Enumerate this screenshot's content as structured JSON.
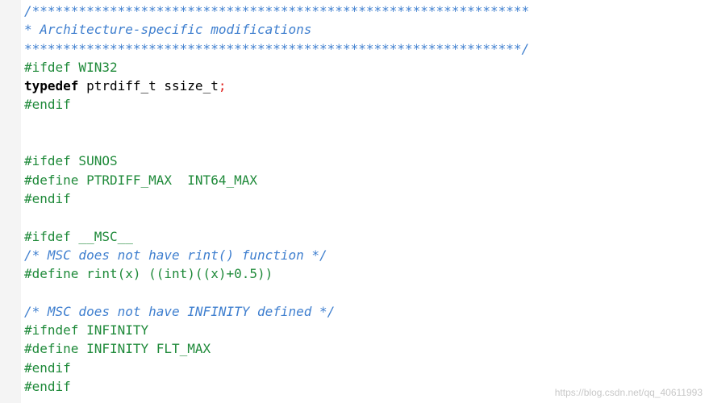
{
  "editor": {
    "lines": [
      {
        "text": "/****************************************************************"
      },
      {
        "text": "* Architecture-specific modifications"
      },
      {
        "text": "****************************************************************/"
      },
      {
        "text": "#ifdef WIN32"
      },
      {
        "kw": "typedef",
        "rest": " ptrdiff_t ssize_t",
        "punct": ";"
      },
      {
        "text": "#endif"
      },
      {
        "text": ""
      },
      {
        "text": ""
      },
      {
        "text": "#ifdef SUNOS"
      },
      {
        "text": "#define PTRDIFF_MAX  INT64_MAX"
      },
      {
        "text": "#endif"
      },
      {
        "text": ""
      },
      {
        "text": "#ifdef __MSC__"
      },
      {
        "text": "/* MSC does not have rint() function */"
      },
      {
        "text": "#define rint(x) ((int)((x)+0.5))"
      },
      {
        "text": ""
      },
      {
        "text": "/* MSC does not have INFINITY defined */"
      },
      {
        "text": "#ifndef INFINITY"
      },
      {
        "text": "#define INFINITY FLT_MAX"
      },
      {
        "text": "#endif"
      },
      {
        "text": "#endif"
      }
    ]
  },
  "watermark": "https://blog.csdn.net/qq_40611993",
  "colors": {
    "comment": "#3f7fcf",
    "preprocessor": "#1f8a3a",
    "keyword": "#000000",
    "punctuation": "#e0201c",
    "background": "#ffffff"
  }
}
